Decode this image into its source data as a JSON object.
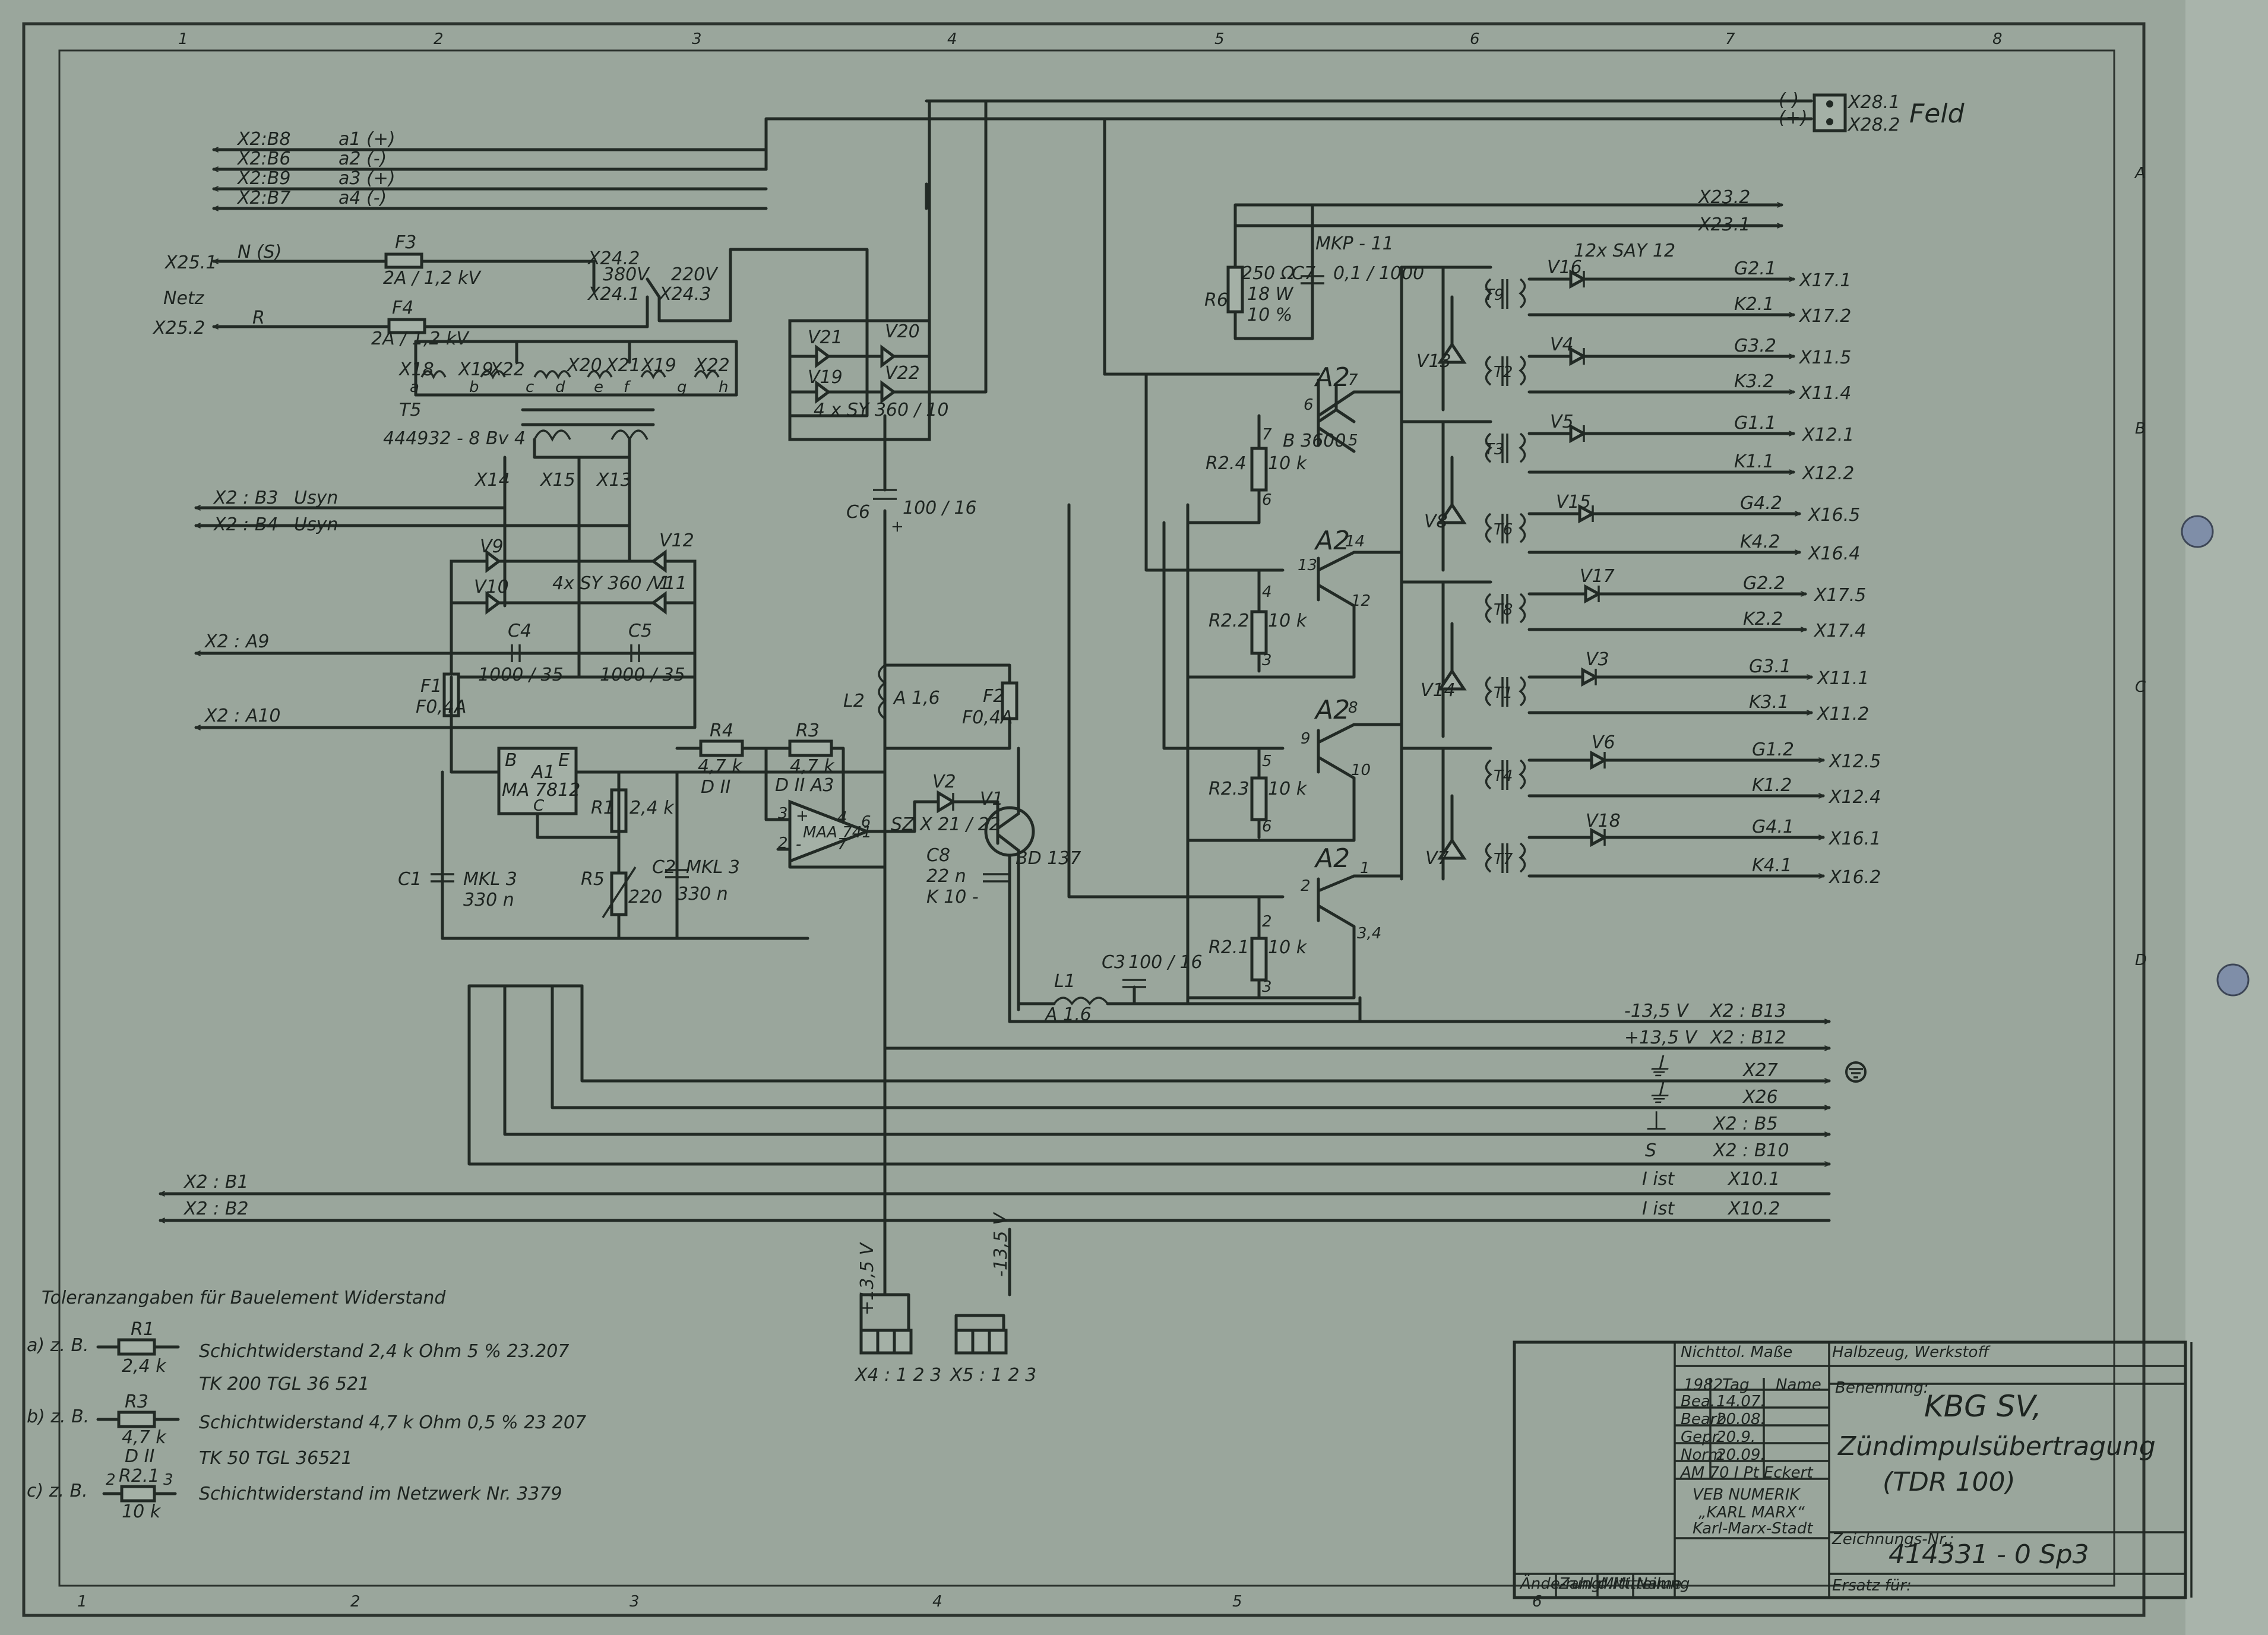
{
  "colors": {
    "paper": "#9aa69c",
    "ink": "#222a25"
  },
  "border": {
    "columns": [
      "1",
      "2",
      "3",
      "4",
      "5",
      "6",
      "7",
      "8"
    ],
    "rows": [
      "A",
      "B",
      "C",
      "D"
    ],
    "bottom_columns": [
      "1",
      "2",
      "3",
      "4",
      "5",
      "6"
    ]
  },
  "top_left_outputs": [
    {
      "pin": "X2:B8",
      "sig": "a1 (+)"
    },
    {
      "pin": "X2:B6",
      "sig": "a2 (-)"
    },
    {
      "pin": "X2:B9",
      "sig": "a3 (+)"
    },
    {
      "pin": "X2:B7",
      "sig": "a4 (-)"
    }
  ],
  "field": {
    "pol_neg": "(-)",
    "pol_pos": "(+)",
    "pin_neg": "X28.1",
    "pin_pos": "X28.2",
    "label": "Feld"
  },
  "supply": {
    "x25_1": "X25.1",
    "n": "N (S)",
    "f3": "F3",
    "f3_val": "2A / 1,2 kV",
    "netz": "Netz",
    "x25_2": "X25.2",
    "r": "R",
    "f4": "F4",
    "f4_val": "2A / 1,2 kV",
    "x24_2": "X24.2",
    "v380": "380V",
    "v220": "220V",
    "x24_1": "X24.1",
    "x24_3": "X24.3"
  },
  "transformer": {
    "x18": "X18",
    "a": "a",
    "x19b": "X19",
    "b": "b",
    "x22l": "X22",
    "c": "c",
    "d": "d",
    "x20": "X20",
    "x21": "X21",
    "e": "e",
    "f": "f",
    "x19r": "X19",
    "g": "g",
    "x22r": "X22",
    "h": "h",
    "t5": "T5",
    "part": "444932 - 8 Bv 4",
    "x14": "X14",
    "x15": "X15",
    "x13": "X13"
  },
  "bridge_top": {
    "v21": "V21",
    "v20": "V20",
    "v19": "V19",
    "v22": "V22",
    "type": "4 x SY 360 / 10"
  },
  "sync": {
    "b3": "X2 : B3",
    "b3s": "Usyn",
    "b4": "X2 : B4",
    "b4s": "Usyn"
  },
  "bridge_mid": {
    "v9": "V9",
    "v12": "V12",
    "v10": "V10",
    "v11": "V11",
    "type": "4x SY 360 / 1"
  },
  "caps": {
    "c4": "C4",
    "c4v": "1000 / 35",
    "c5": "C5",
    "c5v": "1000 / 35",
    "c6": "C6",
    "c6v": "100 / 16",
    "plus": "+"
  },
  "misc_left": {
    "a9": "X2 : A9",
    "a10": "X2 : A10",
    "f1": "F1",
    "f1v": "F0,4A"
  },
  "regulator": {
    "b": "B",
    "a1": "A1",
    "e": "E",
    "type": "MA 7812",
    "cpin": "C",
    "r1": "R1",
    "r1v": "2,4 k",
    "c1": "C1",
    "c1t": "MKL 3",
    "c1v": "330 n",
    "r5": "R5",
    "r5v": "220",
    "c2": "C2",
    "c2t": "MKL 3",
    "c2v": "330 n"
  },
  "opamp": {
    "r4": "R4",
    "r4v": "4,7 k",
    "r4t": "D II",
    "r3": "R3",
    "r3v": "4,7 k",
    "r3t": "D II A3",
    "type": "MAA 741",
    "p3": "3",
    "p2": "2",
    "p4": "4",
    "p6": "6",
    "p7": "7",
    "plus": "+",
    "minus": "-",
    "v2": "V2",
    "v2t": "SZ X 21 / 22",
    "c8": "C8",
    "c8v": "22 n",
    "c8t": "K 10 -"
  },
  "output_stage": {
    "l2": "L2",
    "l2v": "A 1,6",
    "f2": "F2",
    "f2v": "F0,4A",
    "v1": "V1",
    "v1t": "BD 137",
    "l1": "L1",
    "l1v": "A 1,6",
    "c3": "C3",
    "c3v": "100 / 16"
  },
  "mkp": {
    "r6": "R6",
    "r6v": "250 Ω",
    "r6w": "18 W",
    "r6t": "10 %",
    "c7": "C7",
    "c7v": "0,1 / 1000",
    "type": "MKP - 11"
  },
  "x23": {
    "a": "X23.2",
    "b": "X23.1"
  },
  "transistor_array": {
    "a2": "A2",
    "type": "B 3600",
    "pins": [
      "1",
      "2",
      "3",
      "4",
      "5",
      "6",
      "7",
      "8",
      "9",
      "10",
      "12",
      "13",
      "14",
      "3,4"
    ],
    "r24": "R2.4",
    "r22": "R2.2",
    "r23": "R2.3",
    "r21": "R2.1",
    "rv": "10 k"
  },
  "pulse_outputs": {
    "header": "12x SAY 12",
    "rows": [
      {
        "lbl": "G2.1",
        "pin": "X17.1",
        "diode": "V16"
      },
      {
        "lbl": "K2.1",
        "pin": "X17.2"
      },
      {
        "lbl": "G3.2",
        "pin": "X11.5",
        "diode": "V4"
      },
      {
        "lbl": "K3.2",
        "pin": "X11.4"
      },
      {
        "lbl": "G1.1",
        "pin": "X12.1",
        "diode": "V5"
      },
      {
        "lbl": "K1.1",
        "pin": "X12.2"
      },
      {
        "lbl": "G4.2",
        "pin": "X16.5",
        "diode": "V15"
      },
      {
        "lbl": "K4.2",
        "pin": "X16.4"
      },
      {
        "lbl": "G2.2",
        "pin": "X17.5",
        "diode": "V17"
      },
      {
        "lbl": "K2.2",
        "pin": "X17.4"
      },
      {
        "lbl": "G3.1",
        "pin": "X11.1",
        "diode": "V3"
      },
      {
        "lbl": "K3.1",
        "pin": "X11.2"
      },
      {
        "lbl": "G1.2",
        "pin": "X12.5",
        "diode": "V6"
      },
      {
        "lbl": "K1.2",
        "pin": "X12.4"
      },
      {
        "lbl": "G4.1",
        "pin": "X16.1",
        "diode": "V18"
      },
      {
        "lbl": "K4.1",
        "pin": "X16.2"
      }
    ],
    "zeners": [
      "V13",
      "V8",
      "V14",
      "V7"
    ],
    "trafos": [
      "T9",
      "T2",
      "T3",
      "T6",
      "T8",
      "T1",
      "T4",
      "T7"
    ]
  },
  "bus": [
    {
      "left": "-13,5 V",
      "pin": "X2 : B13"
    },
    {
      "left": "+13,5 V",
      "pin": "X2 : B12"
    },
    {
      "left": "⏚",
      "pin": "X27"
    },
    {
      "left": "⏚",
      "pin": "X26"
    },
    {
      "left": "⊥",
      "pin": "X2 : B5"
    },
    {
      "left": "S",
      "pin": "X2 : B10"
    },
    {
      "left": "I ist",
      "pin": "X10.1"
    },
    {
      "left": "I ist",
      "pin": "X10.2"
    }
  ],
  "bus_left": {
    "b1": "X2 : B1",
    "b2": "X2 : B2"
  },
  "bottom_connectors": {
    "pos": "+13,5 V",
    "neg": "-13,5 V",
    "x4": "X4 : 1 2 3",
    "x5": "X5 : 1 2 3"
  },
  "tolerance": {
    "title": "Toleranzangaben für Bauelement Widerstand",
    "a_pre": "a) z. B.",
    "a_ref": "R1",
    "a_val": "2,4 k",
    "a_text1": "Schichtwiderstand 2,4 k Ohm  5 %  23.207",
    "a_text2": "TK 200  TGL 36 521",
    "b_pre": "b) z. B.",
    "b_ref": "R3",
    "b_val": "4,7 k",
    "b_tol": "D II",
    "b_text1": "Schichtwiderstand 4,7 k Ohm  0,5 %  23 207",
    "b_text2": "TK 50  TGL 36521",
    "c_pre": "c) z. B.",
    "c_ref": "R2.1",
    "c_val": "10 k",
    "c_p2": "2",
    "c_p3": "3",
    "c_text": "Schichtwiderstand im Netzwerk  Nr. 3379"
  },
  "title_block": {
    "h1": "Nichttol. Maße",
    "h2": "Halbzeug, Werkstoff",
    "year": "1982",
    "tag": "Tag",
    "name": "Name",
    "bez": "Benennung:",
    "r1": "Bea.",
    "d1": "14.07.",
    "r2": "Bearb.",
    "d2": "20.08.",
    "r3": "Gepr.",
    "d3": "20.9.",
    "r4": "Norm",
    "d4": "20.09.",
    "am": "AM  70 I Pt  Eckert",
    "firm1": "VEB NUMERIK",
    "firm2": "„KARL MARX“",
    "firm3": "Karl-Marx-Stadt",
    "title1": "KBG SV,",
    "title2": "Zündimpulsübertragung",
    "title3": "(TDR 100)",
    "zn": "Zeichnungs-Nr.:",
    "number": "414331 - 0  Sp3",
    "ersatz": "Ersatz für:",
    "col_a": "Ände-rung",
    "col_b": "Zahl d.Mitteilung",
    "col_c": "Mitt.",
    "col_d": "Tag",
    "col_e": "Name"
  }
}
